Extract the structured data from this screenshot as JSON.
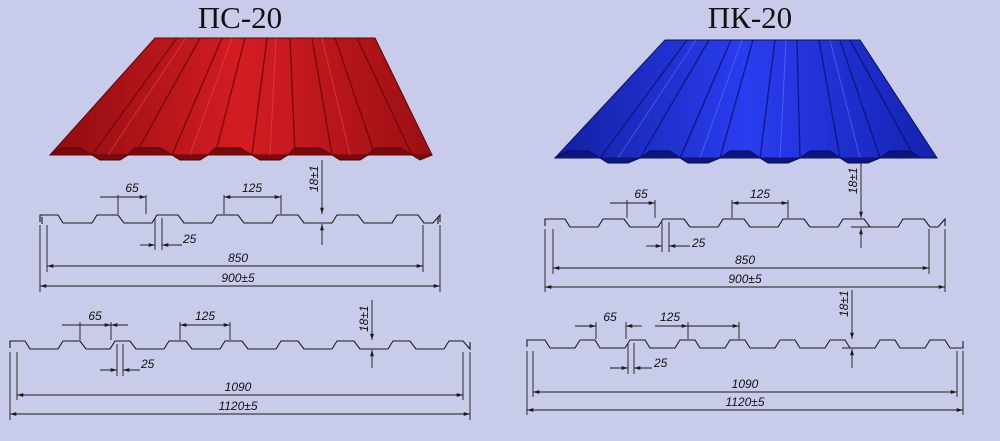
{
  "panels": [
    {
      "title": "ПС-20",
      "sheet_color": "#c0151a",
      "sheet_dark": "#7a0a0d",
      "top_profile": {
        "rib1": "65",
        "rib2": "125",
        "height": "18±1",
        "small": "25",
        "useful": "850",
        "total": "900±5"
      },
      "bottom_profile": {
        "rib1": "65",
        "rib2": "125",
        "height": "18±1",
        "small": "25",
        "useful": "1090",
        "total": "1120±5"
      }
    },
    {
      "title": "ПК-20",
      "sheet_color": "#1f2fd6",
      "sheet_dark": "#0d1680",
      "top_profile": {
        "rib1": "65",
        "rib2": "125",
        "height": "18±1",
        "small": "25",
        "useful": "850",
        "total": "900±5"
      },
      "bottom_profile": {
        "rib1": "65",
        "rib2": "125",
        "height": "18±1",
        "small": "25",
        "useful": "1090",
        "total": "1120±5"
      }
    }
  ]
}
